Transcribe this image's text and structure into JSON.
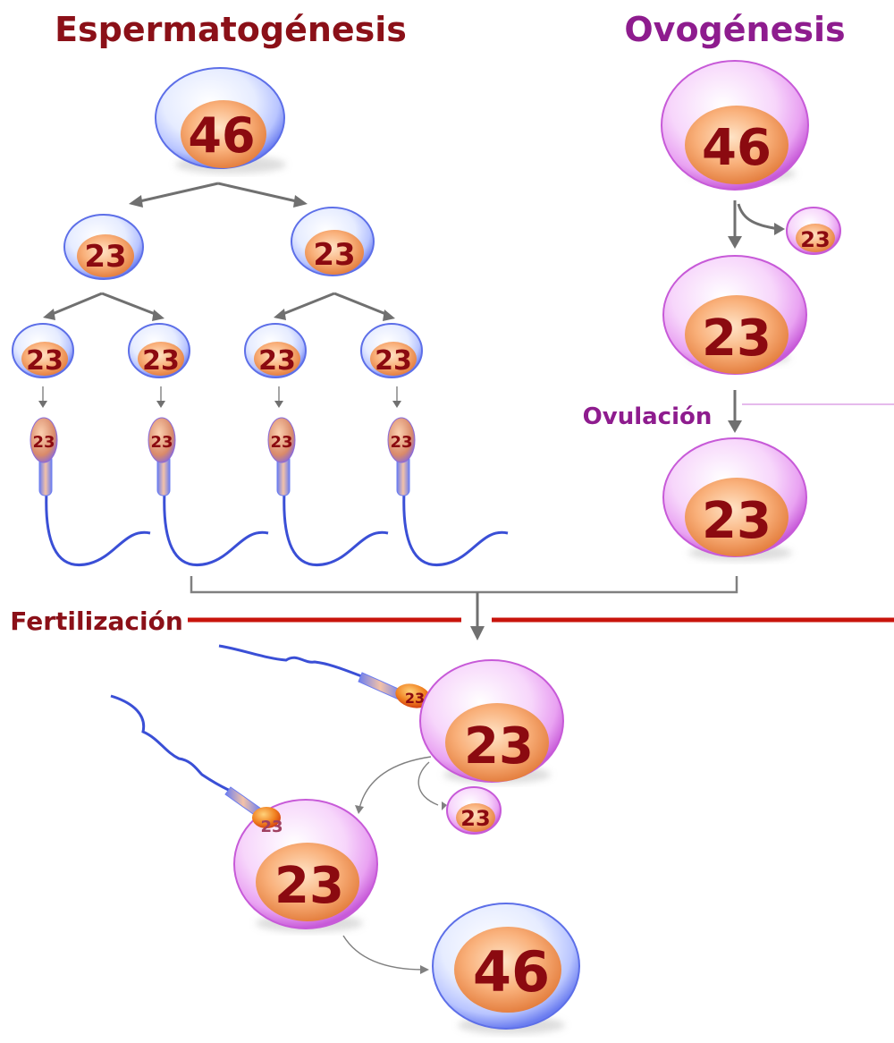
{
  "titles": {
    "spermatogenesis": "Espermatogénesis",
    "oogenesis": "Ovogénesis"
  },
  "labels": {
    "ovulation": "Ovulación",
    "fertilization": "Fertilización"
  },
  "chromosome_counts": {
    "sperm_parent": "46",
    "sperm_division_1_left": "23",
    "sperm_division_1_right": "23",
    "sperm_division_2_a": "23",
    "sperm_division_2_b": "23",
    "sperm_division_2_c": "23",
    "sperm_division_2_d": "23",
    "spermatozoon_a": "23",
    "spermatozoon_b": "23",
    "spermatozoon_c": "23",
    "spermatozoon_d": "23",
    "oocyte_parent": "46",
    "polar_body_1": "23",
    "secondary_oocyte": "23",
    "ovulated_egg": "23",
    "fertilizing_sperm": "23",
    "egg_at_fertilization": "23",
    "polar_body_2": "23",
    "sperm_inside_egg": "23",
    "egg_after_fusion": "23",
    "zygote": "46"
  },
  "colors": {
    "title_sperm": "#8b1018",
    "title_ovo": "#8e1c8e",
    "number": "#8b0a10",
    "fertilization_line": "#c8140c",
    "arrow": "#707070",
    "sperm_tail": "#3a4fd6"
  }
}
